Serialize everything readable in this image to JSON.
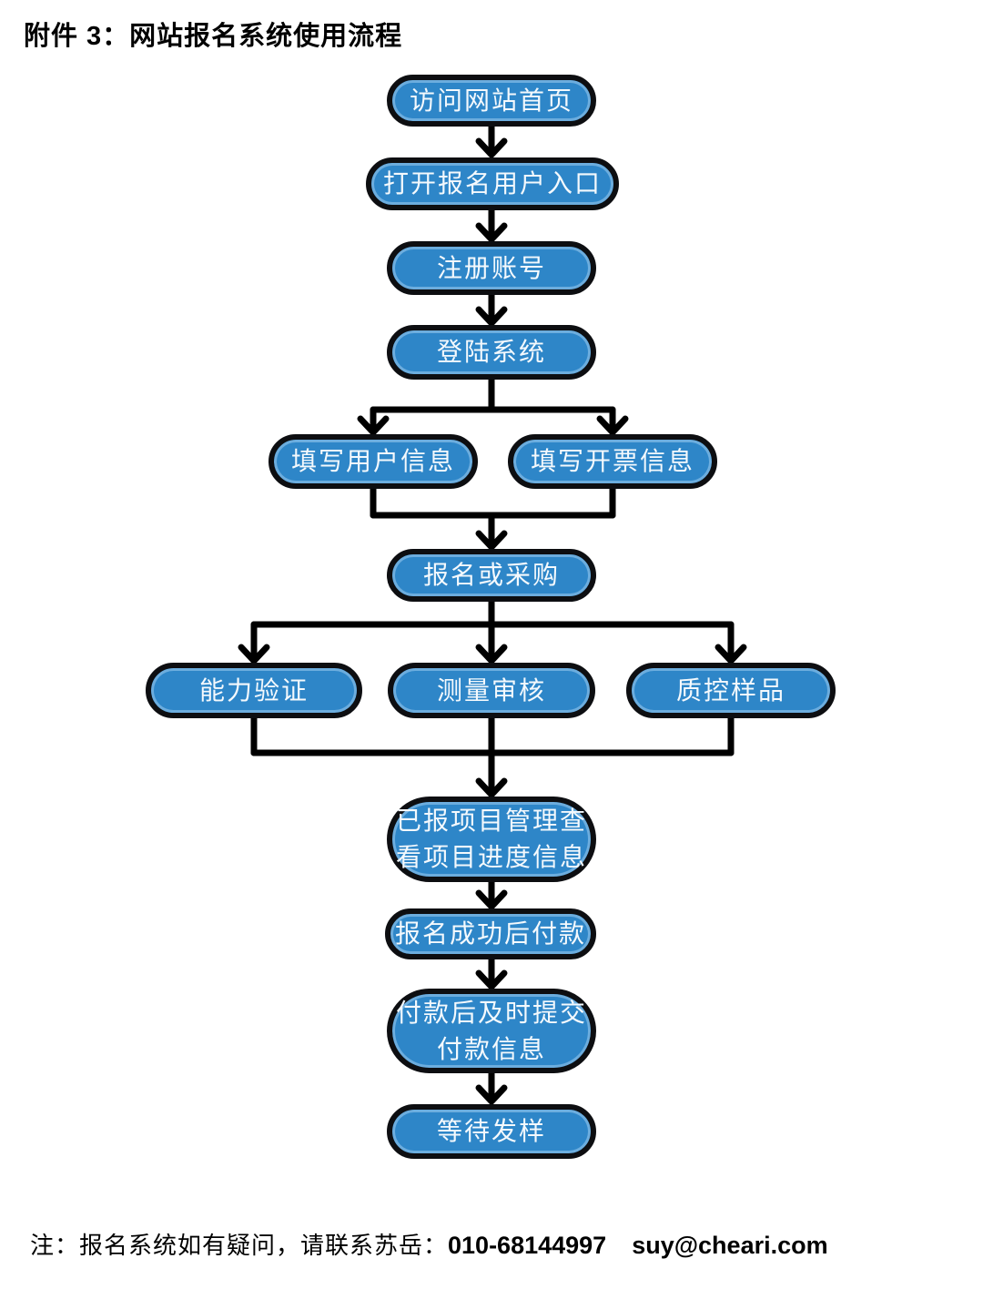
{
  "header": {
    "title": "附件 3：网站报名系统使用流程"
  },
  "colors": {
    "node_fill": "#2E86C8",
    "node_border": "#0D0E11",
    "node_text": "#F4F9FD",
    "connector": "#000000",
    "background": "#FFFFFF"
  },
  "flowchart": {
    "direction": "top-down",
    "nodes": [
      {
        "name": "visit-homepage",
        "label": "访问网站首页"
      },
      {
        "name": "open-signup-entry",
        "label": "打开报名用户入口"
      },
      {
        "name": "register-account",
        "label": "注册账号"
      },
      {
        "name": "login-system",
        "label": "登陆系统"
      },
      {
        "name": "fill-user-info",
        "label": "填写用户信息"
      },
      {
        "name": "fill-invoice-info",
        "label": "填写开票信息"
      },
      {
        "name": "signup-or-purchase",
        "label": "报名或采购"
      },
      {
        "name": "proficiency-testing",
        "label": "能力验证"
      },
      {
        "name": "measurement-audit",
        "label": "测量审核"
      },
      {
        "name": "quality-control-samples",
        "label": "质控样品"
      },
      {
        "name": "project-progress",
        "label": "已报项目管理查",
        "label2": "看项目进度信息"
      },
      {
        "name": "pay-after-signup",
        "label": "报名成功后付款"
      },
      {
        "name": "submit-payment-info",
        "label": "付款后及时提交",
        "label2": "付款信息"
      },
      {
        "name": "wait-for-sample",
        "label": "等待发样"
      }
    ],
    "edges": [
      [
        "visit-homepage",
        "open-signup-entry"
      ],
      [
        "open-signup-entry",
        "register-account"
      ],
      [
        "register-account",
        "login-system"
      ],
      [
        "login-system",
        "fill-user-info"
      ],
      [
        "login-system",
        "fill-invoice-info"
      ],
      [
        "fill-user-info",
        "signup-or-purchase"
      ],
      [
        "fill-invoice-info",
        "signup-or-purchase"
      ],
      [
        "signup-or-purchase",
        "proficiency-testing"
      ],
      [
        "signup-or-purchase",
        "measurement-audit"
      ],
      [
        "signup-or-purchase",
        "quality-control-samples"
      ],
      [
        "proficiency-testing",
        "project-progress"
      ],
      [
        "measurement-audit",
        "project-progress"
      ],
      [
        "quality-control-samples",
        "project-progress"
      ],
      [
        "project-progress",
        "pay-after-signup"
      ],
      [
        "pay-after-signup",
        "submit-payment-info"
      ],
      [
        "submit-payment-info",
        "wait-for-sample"
      ]
    ]
  },
  "footer": {
    "note_cn": "注：报名系统如有疑问，请联系苏岳：",
    "phone": "010-68144997",
    "email": "suy@cheari.com"
  }
}
